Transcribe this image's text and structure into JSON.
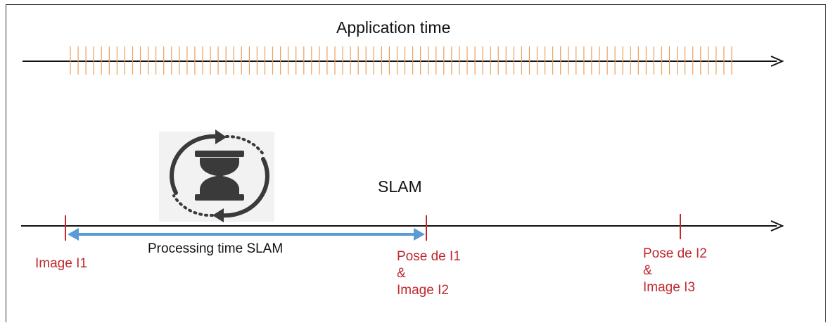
{
  "colors": {
    "axis": "#111111",
    "tick": "#e8a060",
    "marker": "#c0282d",
    "span_arrow": "#5b9bd5",
    "icon": "#3a3a3a",
    "label_red": "#c0282d",
    "label_black": "#111111"
  },
  "application_timeline": {
    "title": "Application time",
    "tick_count": 86
  },
  "slam_timeline": {
    "title": "SLAM",
    "icon": "hourglass-cycle-icon",
    "span_label": "Processing time SLAM",
    "events": [
      {
        "id": "image-i1",
        "lines": [
          "Image I1"
        ]
      },
      {
        "id": "pose-i1-image-i2",
        "lines": [
          "Pose de I1",
          "&",
          "Image I2"
        ]
      },
      {
        "id": "pose-i2-image-i3",
        "lines": [
          "Pose de I2",
          "&",
          "Image I3"
        ]
      }
    ]
  }
}
